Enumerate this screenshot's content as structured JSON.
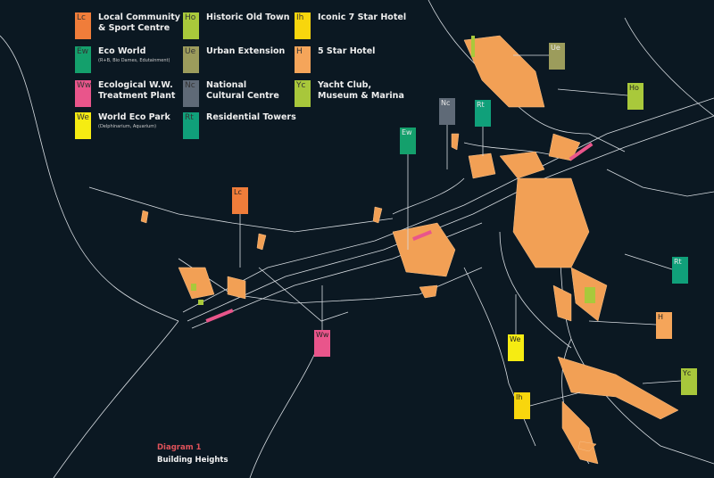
{
  "legend": [
    {
      "code": "Lc",
      "label": "Local Community\n& Sport Centre",
      "sub": "",
      "color": "#f07d3a"
    },
    {
      "code": "Ew",
      "label": "Eco World",
      "sub": "(R+B, Bio Dames, Edutainment)",
      "color": "#14a06c"
    },
    {
      "code": "Ww",
      "label": "Ecological W.W.\nTreatment Plant",
      "sub": "",
      "color": "#e9558b"
    },
    {
      "code": "We",
      "label": "World Eco Park",
      "sub": "(Delphinarium, Aquarium)",
      "color": "#f6ec12"
    },
    {
      "code": "Ho",
      "label": "Historic Old Town",
      "sub": "",
      "color": "#a9c93b"
    },
    {
      "code": "Ue",
      "label": "Urban Extension",
      "sub": "",
      "color": "#9c9c5c"
    },
    {
      "code": "Nc",
      "label": "National\nCultural Centre",
      "sub": "",
      "color": "#5f6a77"
    },
    {
      "code": "Rt",
      "label": "Residential Towers",
      "sub": "",
      "color": "#10a07a"
    },
    {
      "code": "Ih",
      "label": "Iconic 7 Star Hotel",
      "sub": "",
      "color": "#f8d60d"
    },
    {
      "code": "H",
      "label": "5 Star Hotel",
      "sub": "",
      "color": "#f5a55a"
    },
    {
      "code": "Yc",
      "label": "Yacht Club,\nMuseum & Marina",
      "sub": "",
      "color": "#a8c73b"
    }
  ],
  "markers": [
    {
      "code": "Lc",
      "color": "#f07d3a"
    },
    {
      "code": "Ew",
      "color": "#14a06c"
    },
    {
      "code": "Nc",
      "color": "#5f6a77"
    },
    {
      "code": "Rt",
      "color": "#10a07a"
    },
    {
      "code": "Ue",
      "color": "#9c9c5c"
    },
    {
      "code": "Ho",
      "color": "#a9c93b"
    },
    {
      "code": "Rt",
      "color": "#10a07a"
    },
    {
      "code": "H",
      "color": "#f5a55a"
    },
    {
      "code": "We",
      "color": "#f6ec12"
    },
    {
      "code": "Ww",
      "color": "#e9558b"
    },
    {
      "code": "Ih",
      "color": "#f8d60d"
    },
    {
      "code": "Yc",
      "color": "#a8c73b"
    }
  ],
  "caption": {
    "title": "Diagram 1",
    "subtitle": "Building Heights"
  }
}
